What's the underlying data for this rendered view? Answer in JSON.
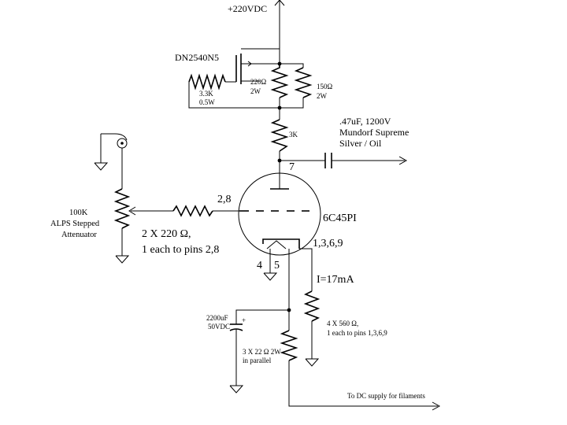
{
  "supply": {
    "label": "+220VDC"
  },
  "mosfet": {
    "label": "DN2540N5"
  },
  "resistors": {
    "gate": {
      "value": "3.3K",
      "power": "0.5W"
    },
    "r220": {
      "value": "220Ω",
      "power": "2W"
    },
    "r150": {
      "value": "150Ω",
      "power": "2W"
    },
    "plate": {
      "value": "3K"
    },
    "grid_stopper": {
      "value": "2 X 220 Ω,",
      "note": "1 each to pins 2,8"
    },
    "cathode": {
      "value": "4 X 560 Ω,",
      "note": "1 each to pins 1,3,6,9"
    },
    "filament": {
      "value": "3 X 22 Ω 2W",
      "note": "in parallel"
    }
  },
  "capacitors": {
    "coupling": {
      "value": ".47uF, 1200V",
      "line2": "Mundorf Supreme",
      "line3": "Silver / Oil"
    },
    "filament_bypass": {
      "value": "2200uF",
      "voltage": "50VDC",
      "polarity": "+"
    }
  },
  "attenuator": {
    "value": "100K",
    "line2": "ALPS Stepped",
    "line3": "Attenuator"
  },
  "tube": {
    "name": "6C45PI",
    "pin_plate": "7",
    "pin_grid": "2,8",
    "pin_cathode": "1,3,6,9",
    "pin_heater_a": "4",
    "pin_heater_b": "5"
  },
  "current": {
    "label": "I=17mA"
  },
  "filament_supply": {
    "label": "To DC supply for filaments"
  }
}
